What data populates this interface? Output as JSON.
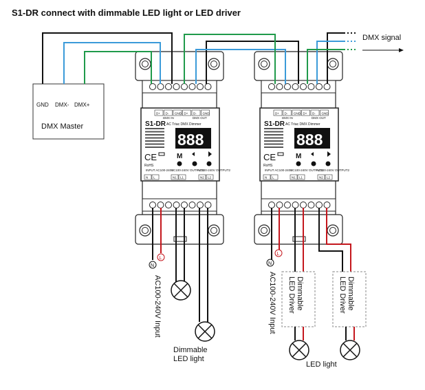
{
  "title": "S1-DR connect with dimmable LED light or LED driver",
  "dmx_signal": "DMX signal",
  "dmx_master": {
    "label": "DMX Master",
    "terminals": [
      "GND",
      "DMX-",
      "DMX+"
    ]
  },
  "device": {
    "model": "S1-DR",
    "subtitle": "AC Triac DMX Dimmer",
    "top_terminals": [
      "D+",
      "D-",
      "GND",
      "D+",
      "D-",
      "GND"
    ],
    "dmx_in": "DMX IN",
    "dmx_out": "DMX OUT",
    "display": "888",
    "mode_button": "M",
    "input_label": "INPUT AC100-240V",
    "input_terminals": [
      "N",
      "L"
    ],
    "output1_label": "AC100-240V OUTPUT1",
    "output1_terminals": [
      "N1",
      "L1"
    ],
    "output2_label": "AC100-240V OUTPUT2",
    "output2_terminals": [
      "N2",
      "L2"
    ],
    "rohs": "RoHS",
    "ce": "CE"
  },
  "labels": {
    "ac_input": "AC100-240V Input",
    "dimmable_led_light_1": "Dimmable",
    "dimmable_led_light_2": "LED light",
    "led_driver_1": "Dimmable",
    "led_driver_2": "LED Driver",
    "led_light": "LED light",
    "neutral": "N",
    "live": "L"
  },
  "colors": {
    "black": "#111111",
    "blue": "#3a9ad9",
    "green": "#1f9a4a",
    "red": "#c4161c"
  }
}
